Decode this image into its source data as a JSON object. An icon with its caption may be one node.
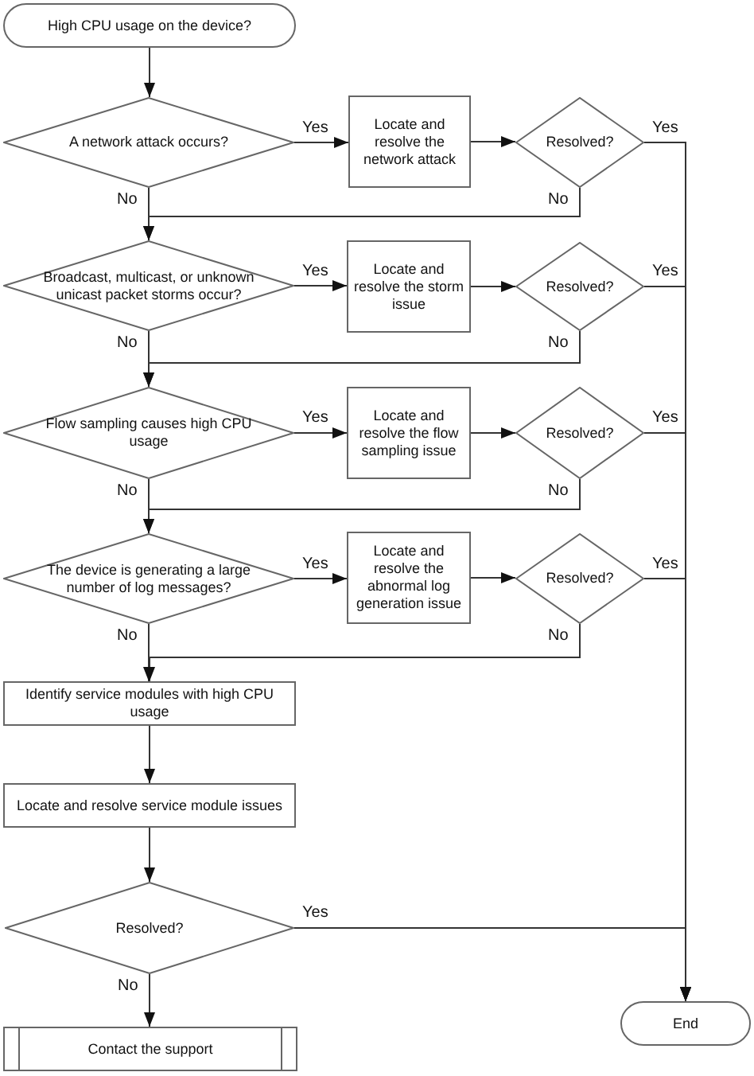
{
  "diagram": {
    "nodes": [
      {
        "text": [
          "High CPU usage on the device?"
        ]
      },
      {
        "text": [
          "A network attack occurs?"
        ]
      },
      {
        "text": [
          "Locate and resolve the network attack"
        ]
      },
      {
        "text": [
          "Resolved?"
        ]
      },
      {
        "text": [
          "Broadcast, multicast, or unknown unicast packet storms occur?"
        ]
      },
      {
        "text": [
          "Locate and resolve the storm issue"
        ]
      },
      {
        "text": [
          "Resolved?"
        ]
      },
      {
        "text": [
          "Flow sampling causes high CPU usage"
        ]
      },
      {
        "text": [
          "Locate and resolve the flow sampling issue"
        ]
      },
      {
        "text": [
          "Resolved?"
        ]
      },
      {
        "text": [
          "The device is generating a large number of log messages?"
        ]
      },
      {
        "text": [
          "Locate and resolve the abnormal log generation issue"
        ]
      },
      {
        "text": [
          "Resolved?"
        ]
      },
      {
        "text": [
          "Identify service modules with high CPU usage"
        ]
      },
      {
        "text": [
          "Locate and resolve service module issues"
        ]
      },
      {
        "text": [
          "Resolved?"
        ]
      },
      {
        "text": [
          "Contact the support"
        ]
      },
      {
        "text": [
          "End"
        ]
      }
    ],
    "edges": [
      {
        "from": 0,
        "to": 1,
        "arrow": "to"
      },
      {
        "from": 1,
        "to": 2,
        "arrow": "to",
        "label": "Yes"
      },
      {
        "from": 2,
        "to": 3,
        "arrow": "to"
      },
      {
        "from": 3,
        "to": 17,
        "arrow": "to",
        "label": "Yes"
      },
      {
        "from": 3,
        "to": 4,
        "arrow": "to",
        "label": "No"
      },
      {
        "from": 1,
        "to": 4,
        "arrow": "to",
        "label": "No"
      },
      {
        "from": 4,
        "to": 5,
        "arrow": "to",
        "label": "Yes"
      },
      {
        "from": 5,
        "to": 6,
        "arrow": "to"
      },
      {
        "from": 6,
        "to": 17,
        "arrow": "to",
        "label": "Yes"
      },
      {
        "from": 6,
        "to": 7,
        "arrow": "to",
        "label": "No"
      },
      {
        "from": 4,
        "to": 7,
        "arrow": "to",
        "label": "No"
      },
      {
        "from": 7,
        "to": 8,
        "arrow": "to",
        "label": "Yes"
      },
      {
        "from": 8,
        "to": 9,
        "arrow": "to"
      },
      {
        "from": 9,
        "to": 17,
        "arrow": "to",
        "label": "Yes"
      },
      {
        "from": 9,
        "to": 10,
        "arrow": "to",
        "label": "No"
      },
      {
        "from": 7,
        "to": 10,
        "arrow": "to",
        "label": "No"
      },
      {
        "from": 10,
        "to": 11,
        "arrow": "to",
        "label": "Yes"
      },
      {
        "from": 11,
        "to": 12,
        "arrow": "to"
      },
      {
        "from": 12,
        "to": 17,
        "arrow": "to",
        "label": "Yes"
      },
      {
        "from": 12,
        "to": 13,
        "arrow": "to",
        "label": "No"
      },
      {
        "from": 10,
        "to": 13,
        "arrow": "to",
        "label": "No"
      },
      {
        "from": 13,
        "to": 14,
        "arrow": "to"
      },
      {
        "from": 14,
        "to": 15,
        "arrow": "to"
      },
      {
        "from": 15,
        "to": 17,
        "arrow": "to",
        "label": "Yes"
      },
      {
        "from": 15,
        "to": 16,
        "arrow": "to",
        "label": "No"
      }
    ]
  }
}
